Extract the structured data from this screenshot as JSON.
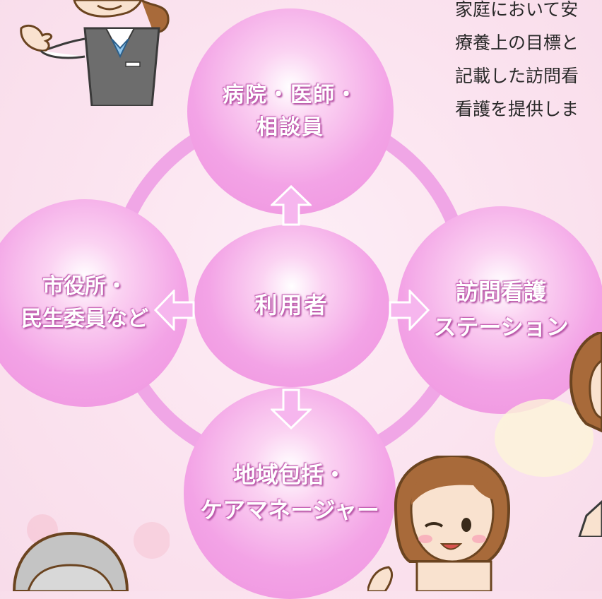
{
  "description_text": {
    "lines": [
      "家庭において安",
      "療養上の目標と",
      "記載した訪問看",
      "看護を提供しま"
    ]
  },
  "diagram": {
    "center": {
      "line1": "利用者"
    },
    "top": {
      "line1": "病院・医師・",
      "line2": "相談員"
    },
    "left": {
      "line1": "市役所・",
      "line2": "民生委員など"
    },
    "right": {
      "line1": "訪問看護",
      "line2": "ステーション"
    },
    "bottom": {
      "line1": "地域包括・",
      "line2": "ケアマネージャー"
    }
  },
  "colors": {
    "ring": "#f0a6e6",
    "node": "#ee92de",
    "arrow": "#f6b6ee"
  }
}
